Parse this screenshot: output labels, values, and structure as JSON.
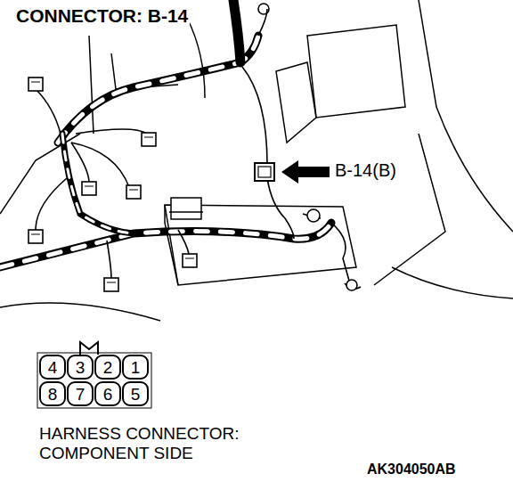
{
  "diagram": {
    "title": "CONNECTOR: B-14",
    "nodes": [
      {
        "text": [
          "4"
        ]
      },
      {
        "text": [
          "3"
        ]
      },
      {
        "text": [
          "2"
        ]
      },
      {
        "text": [
          "1"
        ]
      },
      {
        "text": [
          "8"
        ]
      },
      {
        "text": [
          "7"
        ]
      },
      {
        "text": [
          "6"
        ]
      },
      {
        "text": [
          "5"
        ]
      }
    ],
    "edges": [],
    "labels": [
      "B-14(B)",
      "HARNESS CONNECTOR: COMPONENT SIDE",
      "AK304050AB"
    ]
  }
}
